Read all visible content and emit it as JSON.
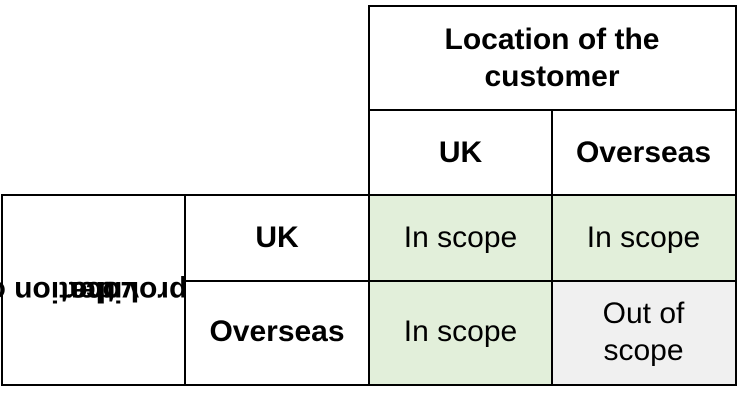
{
  "header": {
    "customer_location": "Location of the customer",
    "columns": [
      "UK",
      "Overseas"
    ]
  },
  "row_header": {
    "provider_location_lines": [
      "Location of",
      "the",
      "provider"
    ],
    "rows": [
      "UK",
      "Overseas"
    ]
  },
  "cells": [
    [
      "In scope",
      "In scope"
    ],
    [
      "In scope",
      "Out of scope"
    ]
  ],
  "colors": {
    "in_scope": "#e2efda",
    "out_of_scope": "#f0f0f0",
    "border": "#000000"
  }
}
